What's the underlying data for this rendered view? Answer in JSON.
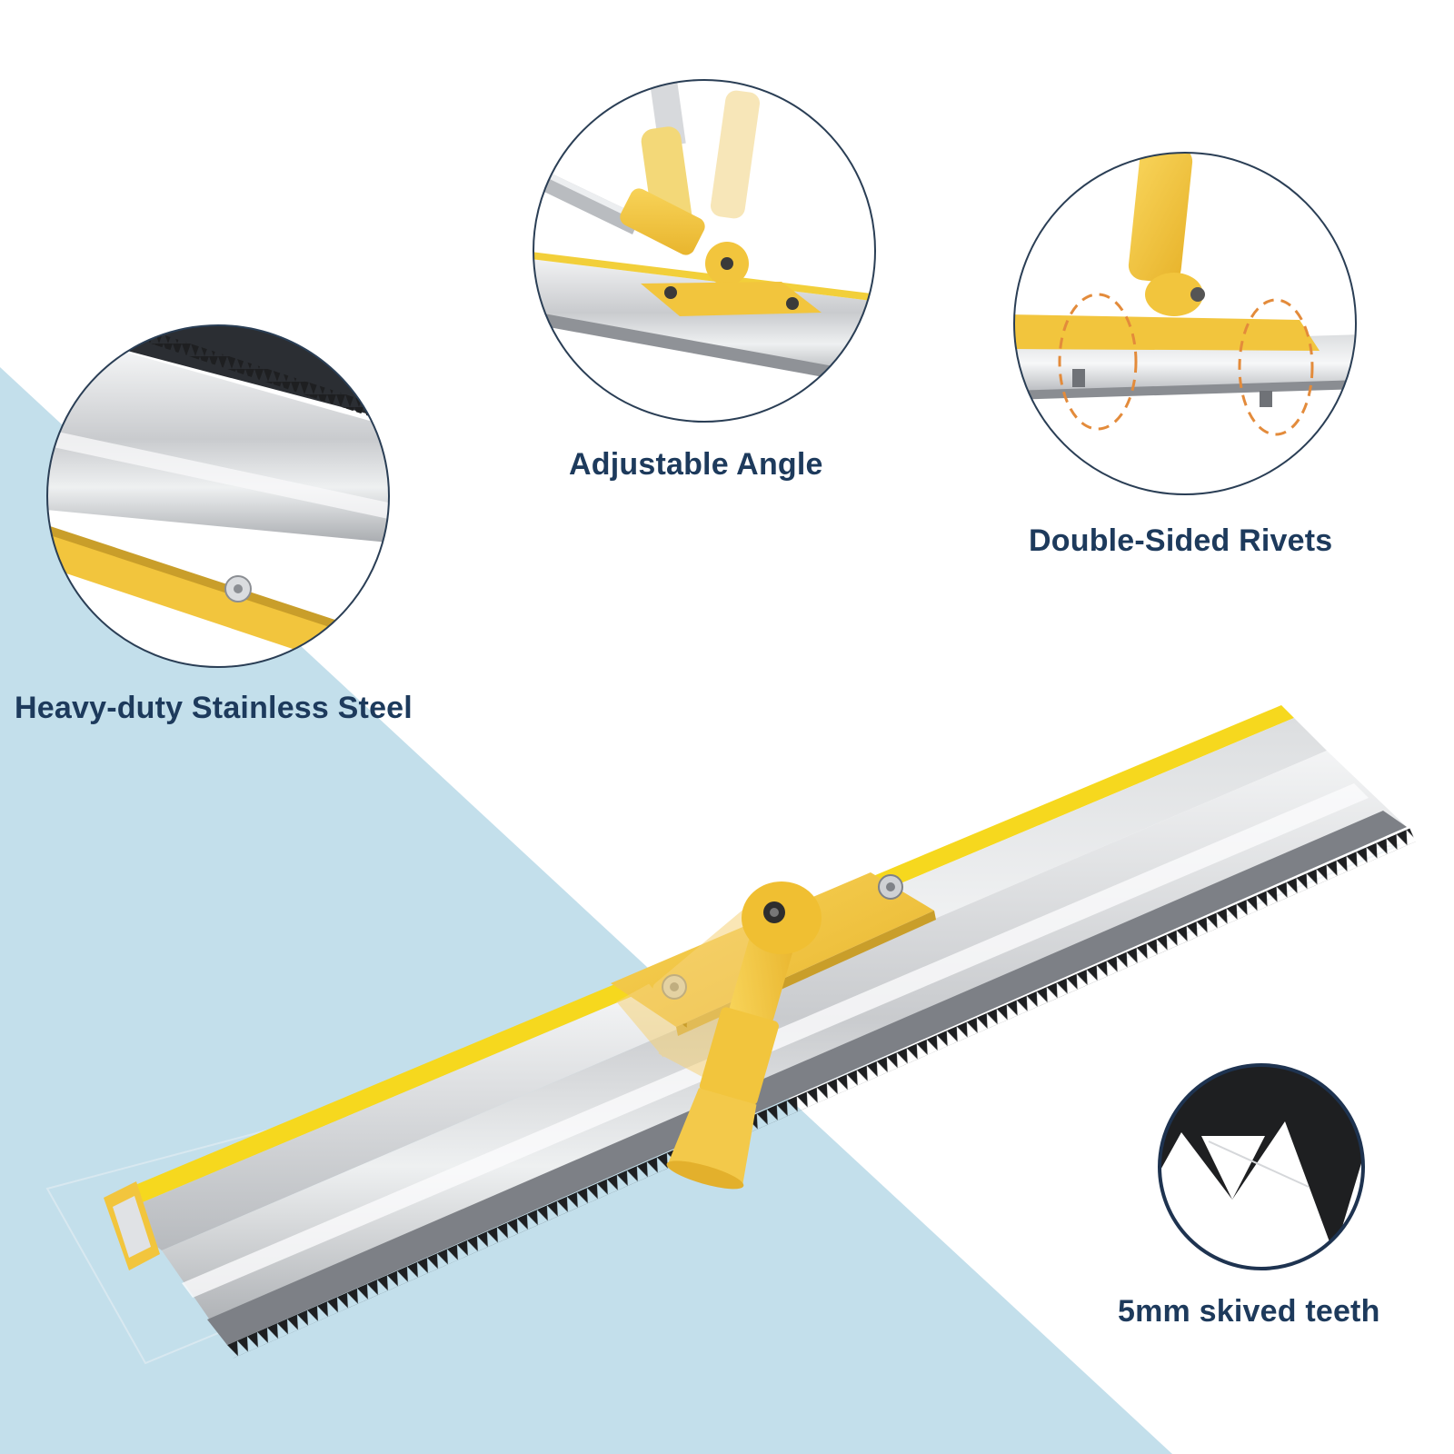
{
  "features": {
    "adjustable_angle": "Adjustable Angle",
    "double_sided_rivets": "Double-Sided Rivets",
    "stainless_steel": "Heavy-duty Stainless Steel",
    "skived_teeth": "5mm skived teeth"
  },
  "colors": {
    "background": "#ffffff",
    "backdrop_blue": "#c3dfeb",
    "label_navy": "#1d3a5c",
    "circle_outline": "#2a3e55",
    "bracket_yellow": "#f2c53d",
    "trim_yellow": "#f6d81e",
    "steel_light": "#e9eaec",
    "steel_dark": "#9c9fa4",
    "teeth_black": "#1e1f21",
    "rivet_ring_orange": "#e38b3b"
  },
  "icons": {
    "main_product": "notched-squeegee-icon",
    "angle_detail": "swivel-joint-icon",
    "rivet_detail": "rivet-bolts-icon",
    "steel_detail": "steel-blade-icon",
    "teeth_detail": "v-notch-tooth-icon"
  }
}
